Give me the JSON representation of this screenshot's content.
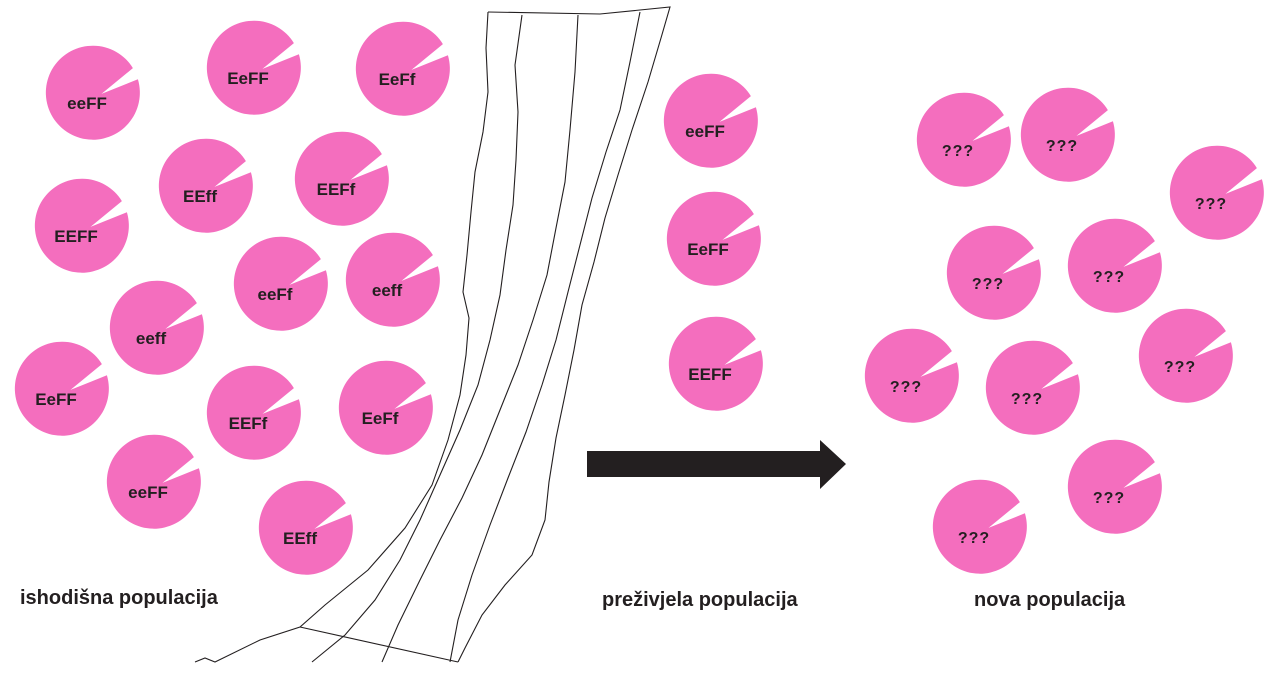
{
  "colors": {
    "organism": "#f46ebe",
    "ink": "#231f20",
    "background": "#ffffff"
  },
  "icons": {
    "organism": "pacman-circle-icon",
    "river": "river-icon",
    "arrow": "right-arrow-icon"
  },
  "labels": {
    "original": "ishodišna populacija",
    "survived": "preživjela populacija",
    "new": "nova populacija"
  },
  "original_population": [
    "eeFF",
    "EeFF",
    "EeFf",
    "EEff",
    "EEFf",
    "EEFF",
    "eeFf",
    "eeff",
    "eeff",
    "EeFF",
    "EEFf",
    "EeFf",
    "eeFF",
    "EEff"
  ],
  "survived_population": [
    "eeFF",
    "EeFF",
    "EEFF"
  ],
  "new_population": [
    "???",
    "???",
    "???",
    "???",
    "???",
    "???",
    "???",
    "???",
    "???",
    "???"
  ]
}
